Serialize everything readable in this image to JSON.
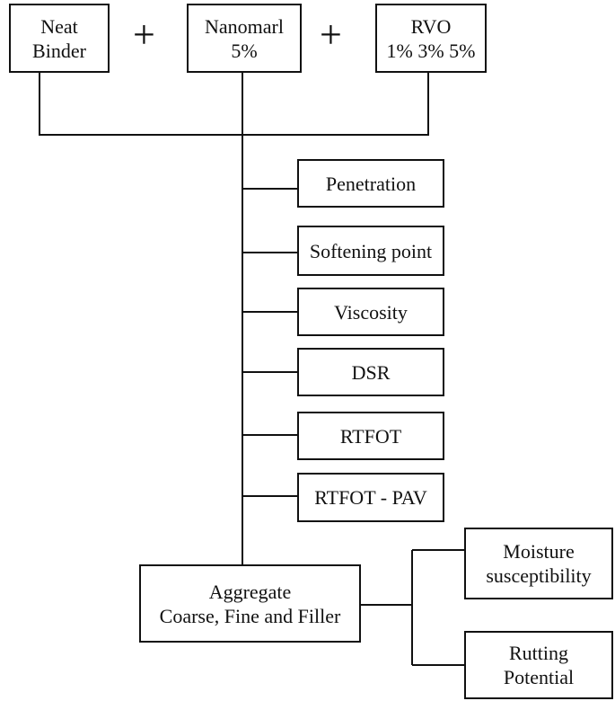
{
  "inputs": {
    "neat_binder": [
      "Neat",
      "Binder"
    ],
    "nanomarl": [
      "Nanomarl",
      "5%"
    ],
    "rvo": [
      "RVO",
      "1% 3% 5%"
    ],
    "plus_symbol": "+"
  },
  "binder_tests": [
    "Penetration",
    "Softening point",
    "Viscosity",
    "DSR",
    "RTFOT",
    "RTFOT - PAV"
  ],
  "aggregate": [
    "Aggregate",
    "Coarse, Fine and Filler"
  ],
  "mixture_tests": [
    [
      "Moisture",
      "susceptibility"
    ],
    [
      "Rutting",
      "Potential"
    ]
  ],
  "colors": {
    "stroke": "#111111",
    "background": "#ffffff"
  }
}
